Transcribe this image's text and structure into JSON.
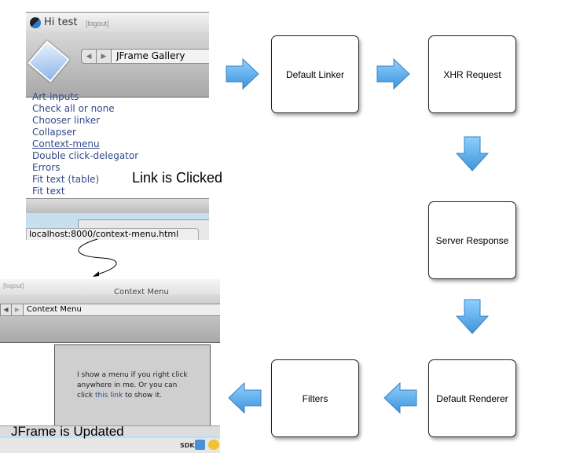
{
  "steps": {
    "default_linker": "Default Linker",
    "xhr_request": "XHR Request",
    "server_response": "Server Response",
    "default_renderer": "Default Renderer",
    "filters": "Filters"
  },
  "captions": {
    "clicked": "Link is Clicked",
    "updated": "JFrame is Updated"
  },
  "top_shot": {
    "greeting": "Hi test",
    "logout": "[logout]",
    "title": "JFrame Gallery",
    "links": [
      "Art-inputs",
      "Check all or none",
      "Chooser linker",
      "Collapser",
      "Context-menu",
      "Double click-delegator",
      "Errors",
      "Fit text (table)",
      "Fit text"
    ],
    "status_url": "localhost:8000/context-menu.html"
  },
  "bottom_shot": {
    "logout": "[logout]",
    "window_title": "Context Menu",
    "title": "Context Menu",
    "body_text_1": "I show a menu if you right click anywhere in me. Or you can click",
    "body_link": "this link",
    "body_text_2": "to show it.",
    "dock_label": "SDK"
  },
  "colors": {
    "arrow": "#5aaee8",
    "link": "#334a8a"
  }
}
